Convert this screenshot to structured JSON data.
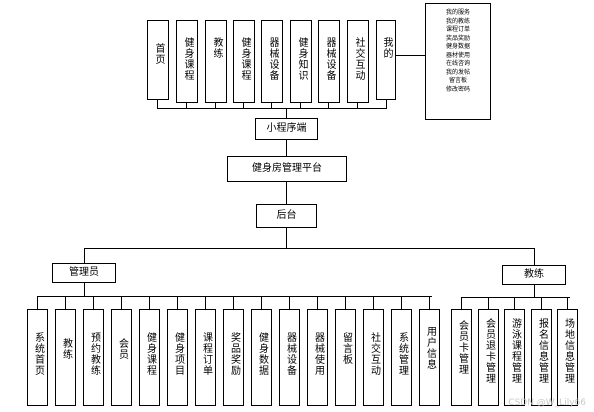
{
  "miniprogram": {
    "label": "小程序端",
    "modules": [
      "首页",
      "健身课程",
      "教练",
      "健身课程",
      "器械设备",
      "健身知识",
      "器械设备",
      "社交互动",
      "我的"
    ],
    "mine_items": [
      "我的服务",
      "我的教练",
      "课程订单",
      "奖品奖励",
      "健身数据",
      "器材使用",
      "在线咨询",
      "我的发帖",
      "留言板",
      "修改密码"
    ]
  },
  "platform": {
    "label": "健身房管理平台"
  },
  "backend": {
    "label": "后台"
  },
  "admin": {
    "label": "管理员",
    "modules": [
      "系统首页",
      "教练",
      "预约教练",
      "会员",
      "健身课程",
      "健身项目",
      "课程订单",
      "奖品奖励",
      "健身数据",
      "器械设备",
      "器械使用",
      "留言板",
      "社交互动",
      "系统管理",
      "用户信息"
    ]
  },
  "coach": {
    "label": "教练",
    "modules": [
      "会员卡管理",
      "会员退卡管理",
      "游泳课程管理",
      "报名信息管理",
      "场地信息管理"
    ]
  },
  "watermark": "CSDN @W_Lily66"
}
